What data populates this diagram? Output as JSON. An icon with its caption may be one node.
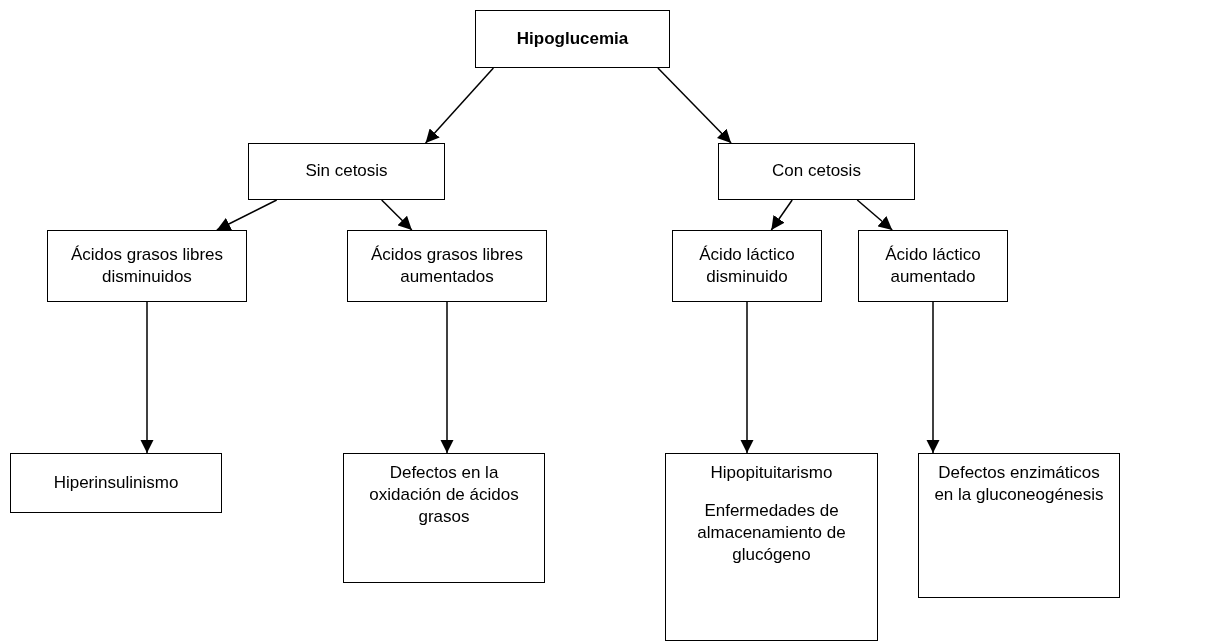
{
  "diagram": {
    "nodes": [
      {
        "text": [
          "Hipoglucemia"
        ]
      },
      {
        "text": [
          "Sin cetosis"
        ]
      },
      {
        "text": [
          "Con cetosis"
        ]
      },
      {
        "text": [
          "Ácidos grasos libres disminuidos"
        ]
      },
      {
        "text": [
          "Ácidos grasos libres aumentados"
        ]
      },
      {
        "text": [
          "Ácido láctico disminuido"
        ]
      },
      {
        "text": [
          "Ácido láctico aumentado"
        ]
      },
      {
        "text": [
          "Hiperinsulinismo"
        ]
      },
      {
        "text": [
          "Defectos en la oxidación de ácidos grasos"
        ]
      },
      {
        "text": [
          "Hipopituitarismo",
          "Enfermedades de almacenamiento de glucógeno"
        ]
      },
      {
        "text": [
          "Defectos enzimáticos en la gluconeogénesis"
        ]
      }
    ],
    "edges": [
      {
        "from": 0,
        "to": 1,
        "arrow": "to"
      },
      {
        "from": 0,
        "to": 2,
        "arrow": "to"
      },
      {
        "from": 1,
        "to": 3,
        "arrow": "to"
      },
      {
        "from": 1,
        "to": 4,
        "arrow": "to"
      },
      {
        "from": 2,
        "to": 5,
        "arrow": "to"
      },
      {
        "from": 2,
        "to": 6,
        "arrow": "to"
      },
      {
        "from": 3,
        "to": 7,
        "arrow": "to"
      },
      {
        "from": 4,
        "to": 8,
        "arrow": "to"
      },
      {
        "from": 5,
        "to": 9,
        "arrow": "to"
      },
      {
        "from": 6,
        "to": 10,
        "arrow": "to"
      }
    ]
  }
}
